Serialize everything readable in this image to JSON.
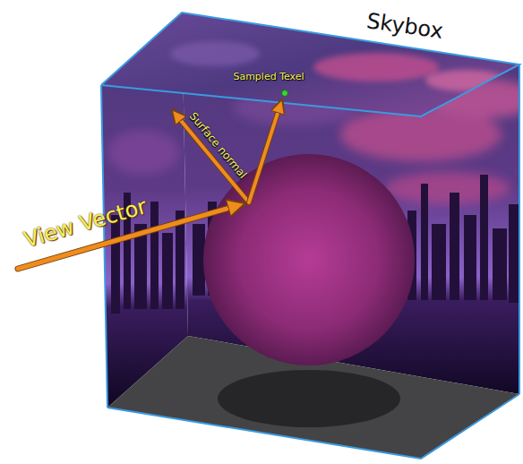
{
  "diagram": {
    "labels": [
      "Skybox",
      "Sampled Texel",
      "Surface normal",
      "View Vector"
    ]
  }
}
